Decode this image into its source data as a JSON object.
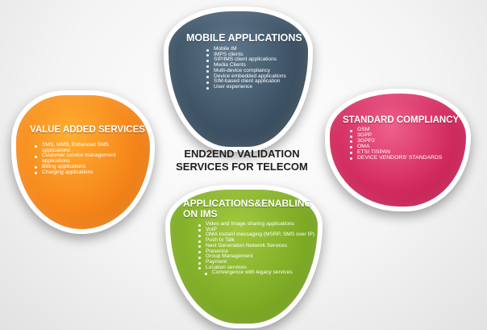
{
  "center_title": "END2END VALIDATION\nSERVICES FOR TELECOM",
  "mobile": {
    "title": "MOBILE APPLICATIONS",
    "items": [
      "Mobile IM",
      "IMPS clients",
      "SIP/IMS client applications",
      "Media Clients",
      "Multi-device compliancy",
      "Device embedded applications",
      "SIM-based client application",
      "User experience"
    ]
  },
  "value_added": {
    "title": "VALUE ADDED SERVICES",
    "items": [
      "SMS, MMS, Enhanced SMS applications",
      "Customer service management applications",
      "Billing applications",
      "Charging applications"
    ]
  },
  "standard": {
    "title": "STANDARD COMPLIANCY",
    "items": [
      "GSM",
      "3GPP",
      "3GPP2",
      "OMA",
      "ETSI TISPAN",
      "DEVICE VENDORS' STANDARDS"
    ]
  },
  "ims": {
    "title": "APPLICATIONS&ENABLING ON IMS",
    "items": [
      "Video and Image sharing applications",
      "VoIP",
      "OMA Instant messaging (MSRP, SMS over IP)",
      "Push to Talk",
      "Next Generation Network Services",
      "Presence",
      "Group Management",
      "Payment",
      "Location services"
    ],
    "subitems": [
      "Convergence with legacy services"
    ]
  },
  "colors": {
    "mobile": "#3e5466",
    "value_added": "#f6871a",
    "standard": "#d22c5e",
    "ims": "#80ad26"
  }
}
